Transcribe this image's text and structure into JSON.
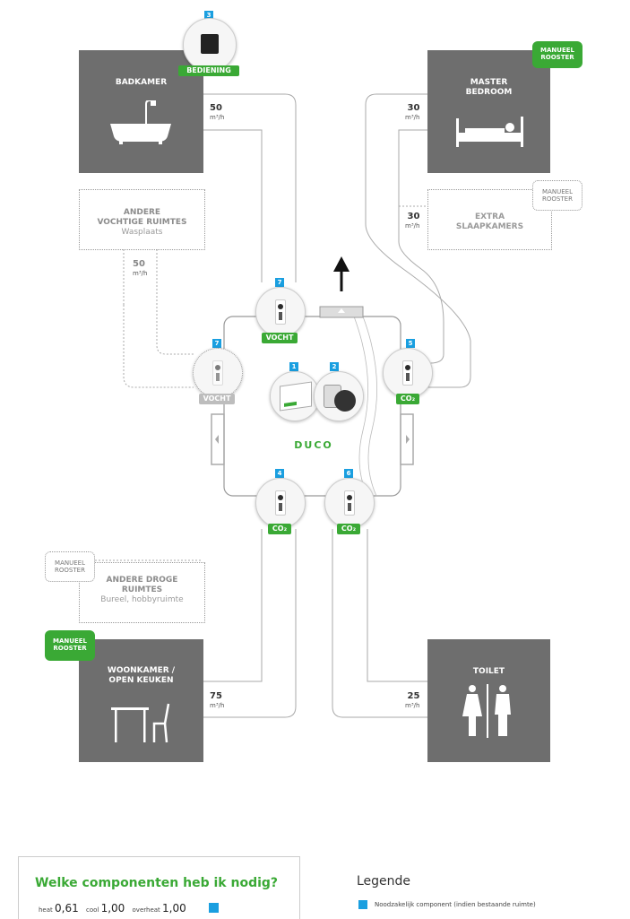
{
  "rooms": {
    "badkamer": {
      "label": "BADKAMER",
      "flow": "50",
      "unit": "m³/h"
    },
    "master": {
      "label_line1": "MASTER",
      "label_line2": "BEDROOM",
      "flow": "30",
      "unit": "m³/h"
    },
    "extra": {
      "label_line1": "EXTRA",
      "label_line2": "SLAAPKAMERS",
      "flow": "30",
      "unit": "m³/h"
    },
    "vochtige": {
      "label_line1": "ANDERE",
      "label_line2": "VOCHTIGE RUIMTES",
      "sub": "Wasplaats",
      "flow": "50",
      "unit": "m³/h"
    },
    "droge": {
      "label_line1": "ANDERE DROGE",
      "label_line2": "RUIMTES",
      "sub": "Bureel, hobbyruimte"
    },
    "woonkamer": {
      "label_line1": "WOONKAMER /",
      "label_line2": "OPEN KEUKEN",
      "flow": "75",
      "unit": "m³/h"
    },
    "toilet": {
      "label": "TOILET",
      "flow": "25",
      "unit": "m³/h"
    }
  },
  "rooster": {
    "line1": "MANUEEL",
    "line2": "ROOSTER"
  },
  "components": {
    "c1": "1",
    "c2": "2",
    "c3": "3",
    "c4": "4",
    "c5": "5",
    "c6": "6",
    "c7a": "7",
    "c7b": "7"
  },
  "badges": {
    "bediening": "BEDIENING",
    "vocht": "VOCHT",
    "co2": "CO₂"
  },
  "logo": "DUCO",
  "bottom": {
    "question": "Welke componenten heb ik nodig?",
    "heat_label": "heat",
    "heat_value": "0,61",
    "cool_label": "cool",
    "cool_value": "1,00",
    "overheat_label": "overheat",
    "overheat_value": "1,00",
    "legend_title": "Legende",
    "legend_item": "Noodzakelijk component (indien bestaande ruimte)"
  },
  "colors": {
    "accent_blue": "#1a9fe0",
    "accent_green": "#3aa935",
    "room_grey": "#6e6e6e"
  }
}
